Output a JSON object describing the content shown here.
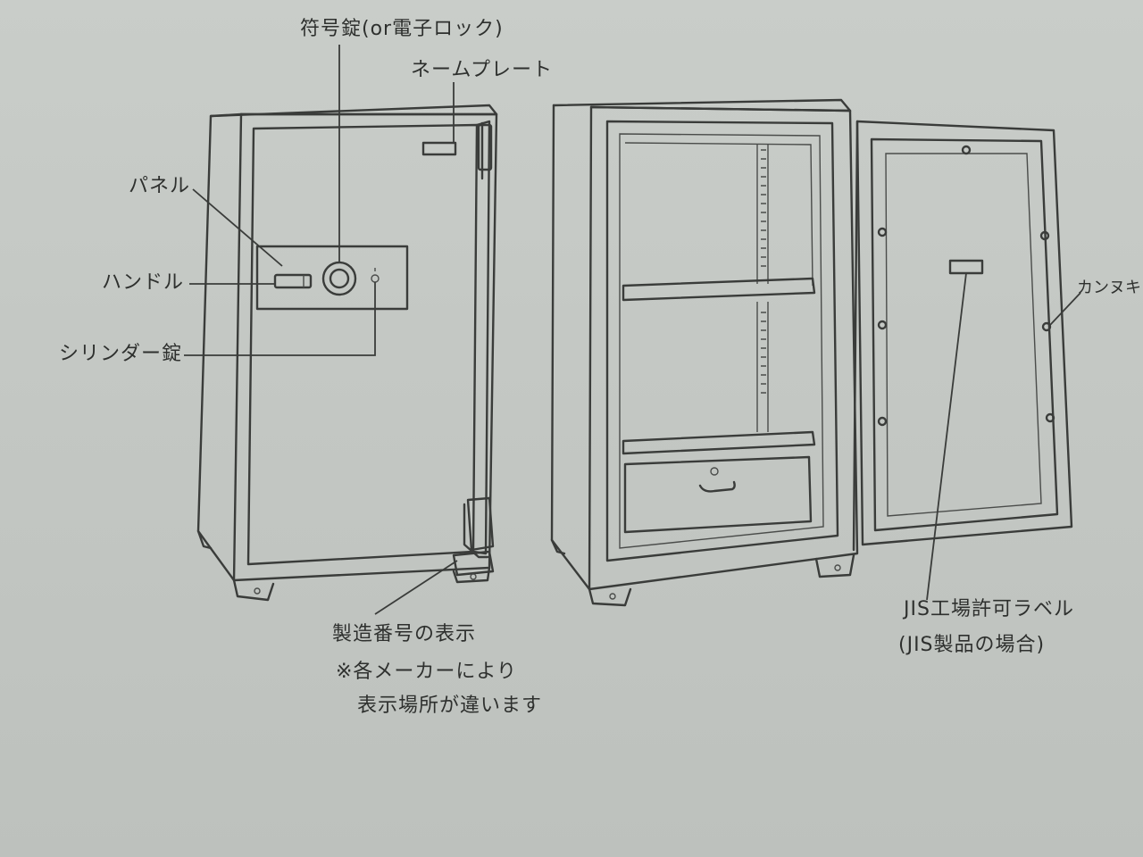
{
  "labels": {
    "combination_lock": "符号錠(or電子ロック)",
    "name_plate": "ネームプレート",
    "panel": "パネル",
    "handle": "ハンドル",
    "cylinder_lock": "シリンダー錠",
    "serial_number": "製造番号の表示",
    "note_line1": "※各メーカーにより",
    "note_line2": "表示場所が違います",
    "bolt": "カンヌキ",
    "jis_label_line1": "JIS工場許可ラベル",
    "jis_label_line2": "(JIS製品の場合)"
  }
}
